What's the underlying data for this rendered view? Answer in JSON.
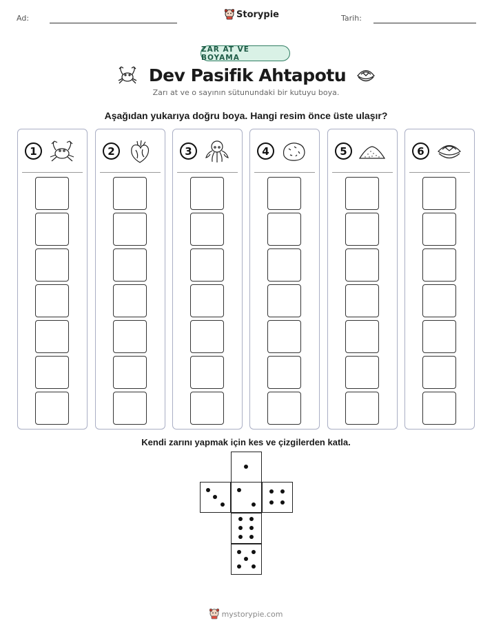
{
  "header": {
    "name_label": "Ad:",
    "date_label": "Tarih:",
    "brand": "Storypie"
  },
  "badge": "ZAR AT VE BOYAMA",
  "title": "Dev Pasifik Ahtapotu",
  "subtitle": "Zarı at ve o sayının sütunundaki bir kutuyu boya.",
  "instruction": "Aşağıdan yukarıya doğru boya. Hangi resim önce üste ulaşır?",
  "columns": [
    {
      "number": "1",
      "icon": "crab-icon"
    },
    {
      "number": "2",
      "icon": "heart-organ-icon"
    },
    {
      "number": "3",
      "icon": "octopus-icon"
    },
    {
      "number": "4",
      "icon": "rock-icon"
    },
    {
      "number": "5",
      "icon": "sand-pile-icon"
    },
    {
      "number": "6",
      "icon": "clam-icon"
    }
  ],
  "cells_per_column": 7,
  "cut_instruction": "Kendi zarını yapmak için kes ve çizgilerden katla.",
  "dice_faces": [
    1,
    3,
    2,
    4,
    6,
    5
  ],
  "footer": "mystorypie.com"
}
